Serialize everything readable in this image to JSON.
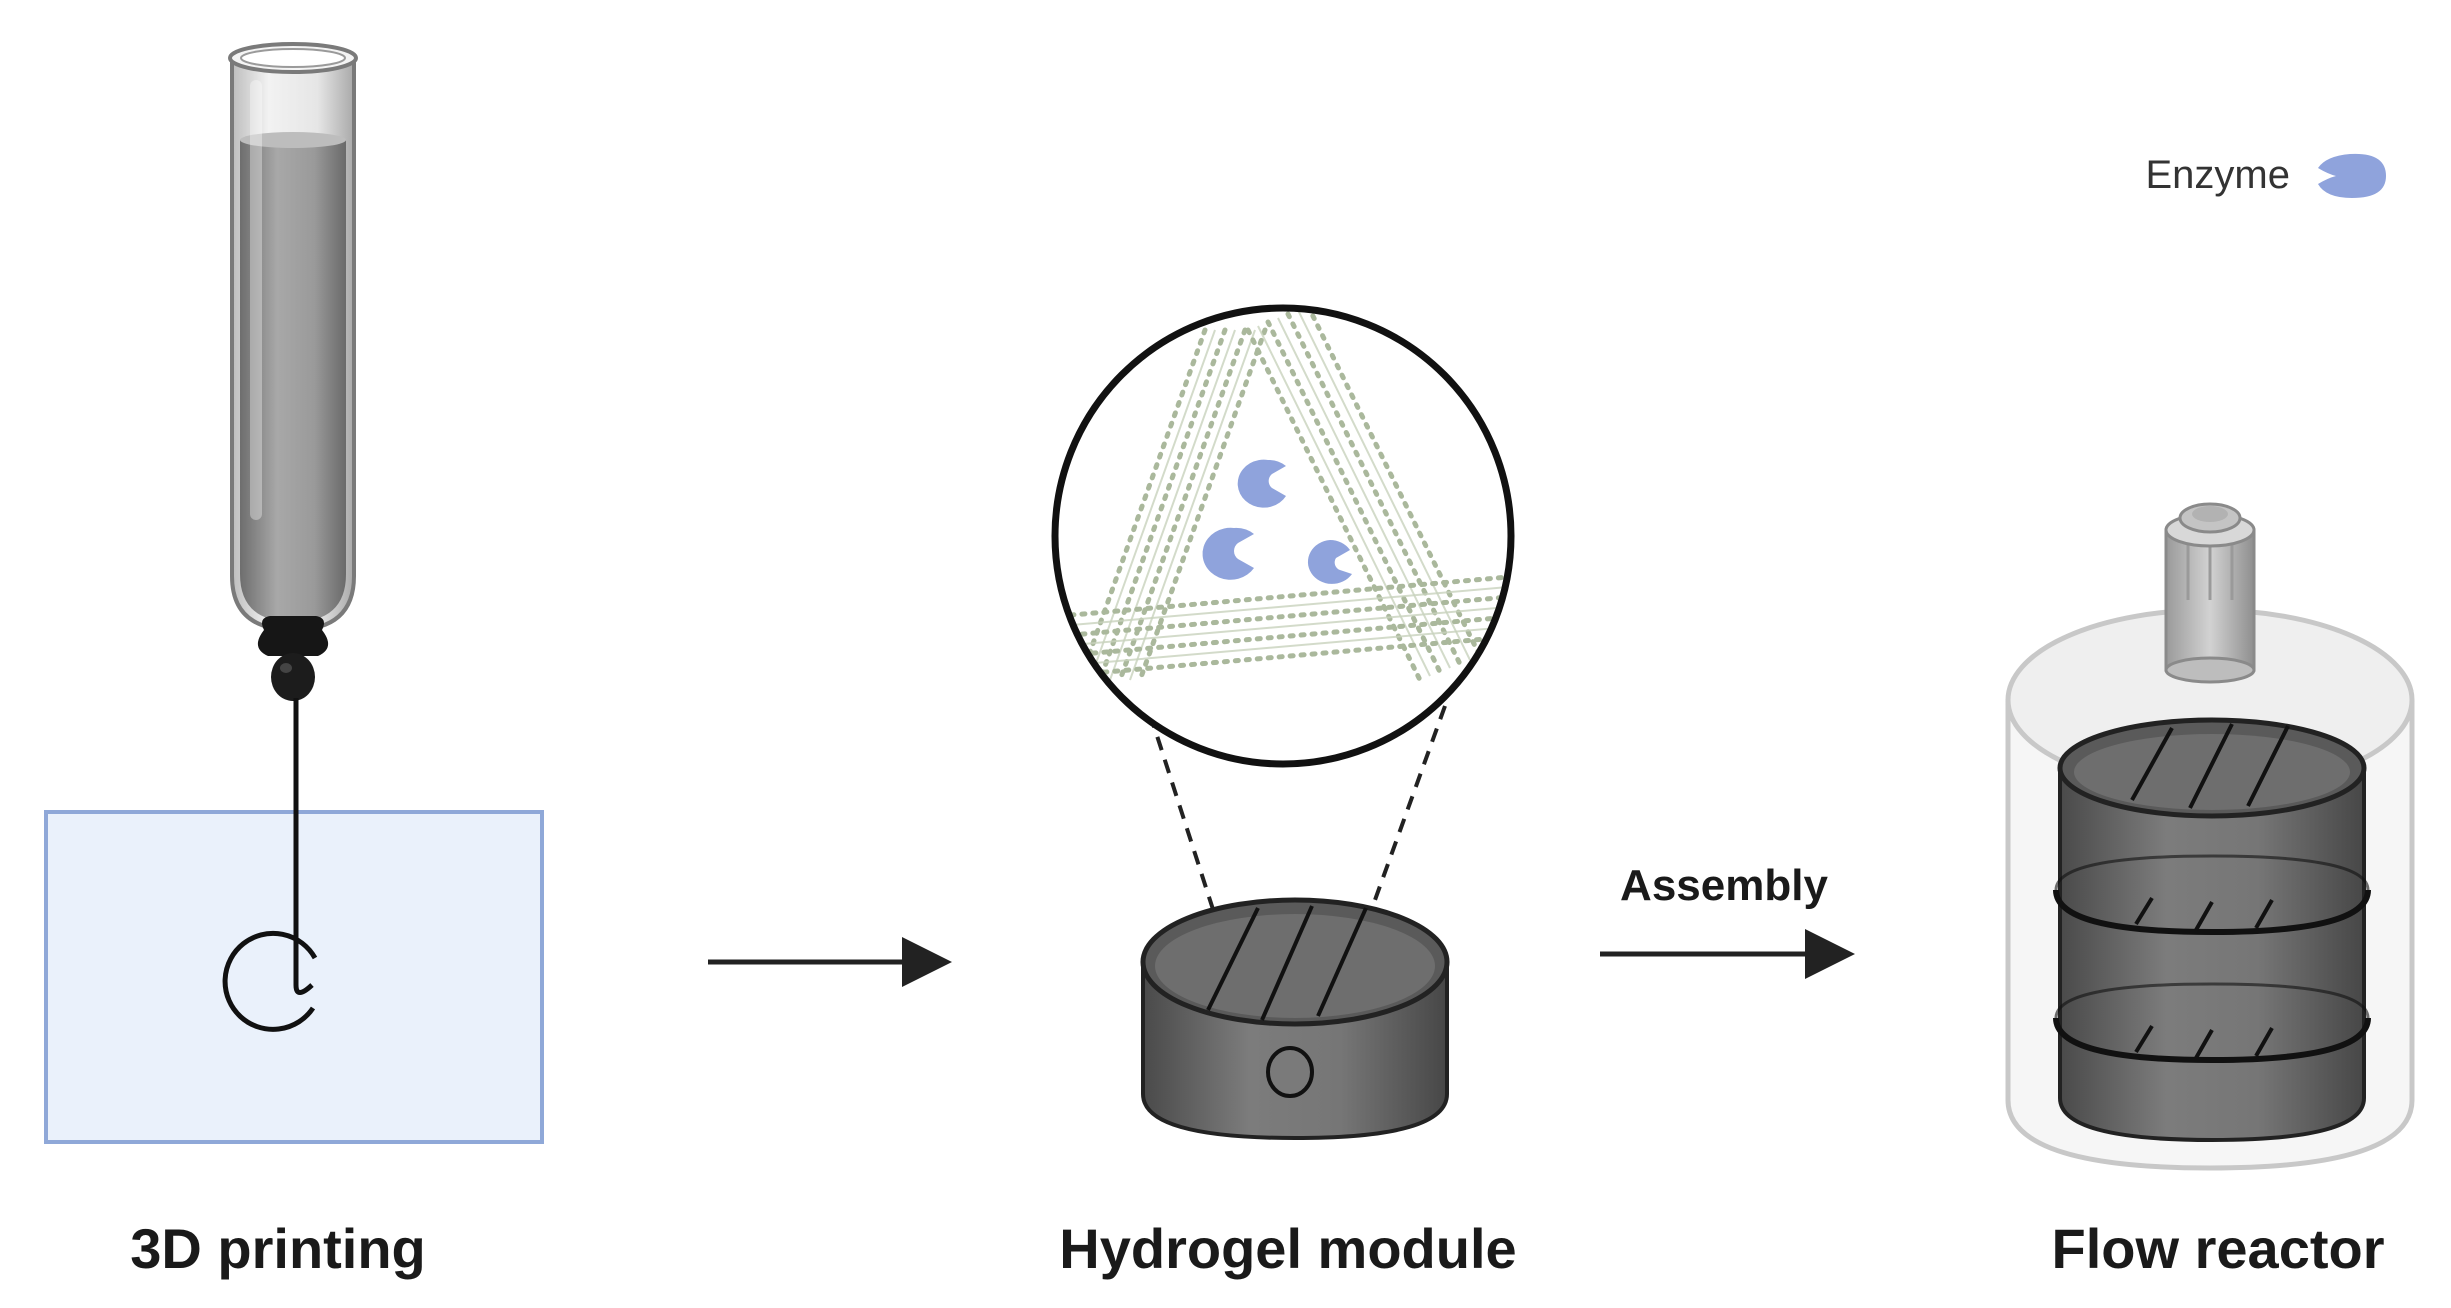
{
  "labels": {
    "printing": "3D printing",
    "module": "Hydrogel module",
    "reactor": "Flow reactor",
    "assembly": "Assembly"
  },
  "legend": {
    "enzyme": "Enzyme"
  },
  "colors": {
    "enzyme": "#8fa3dc",
    "substrate_fill": "#eaf1fb",
    "substrate_stroke": "#8fa8d8",
    "filament": "#aab89c",
    "cylinder": "#6e6e6e",
    "ink": "#8a8a8a"
  }
}
